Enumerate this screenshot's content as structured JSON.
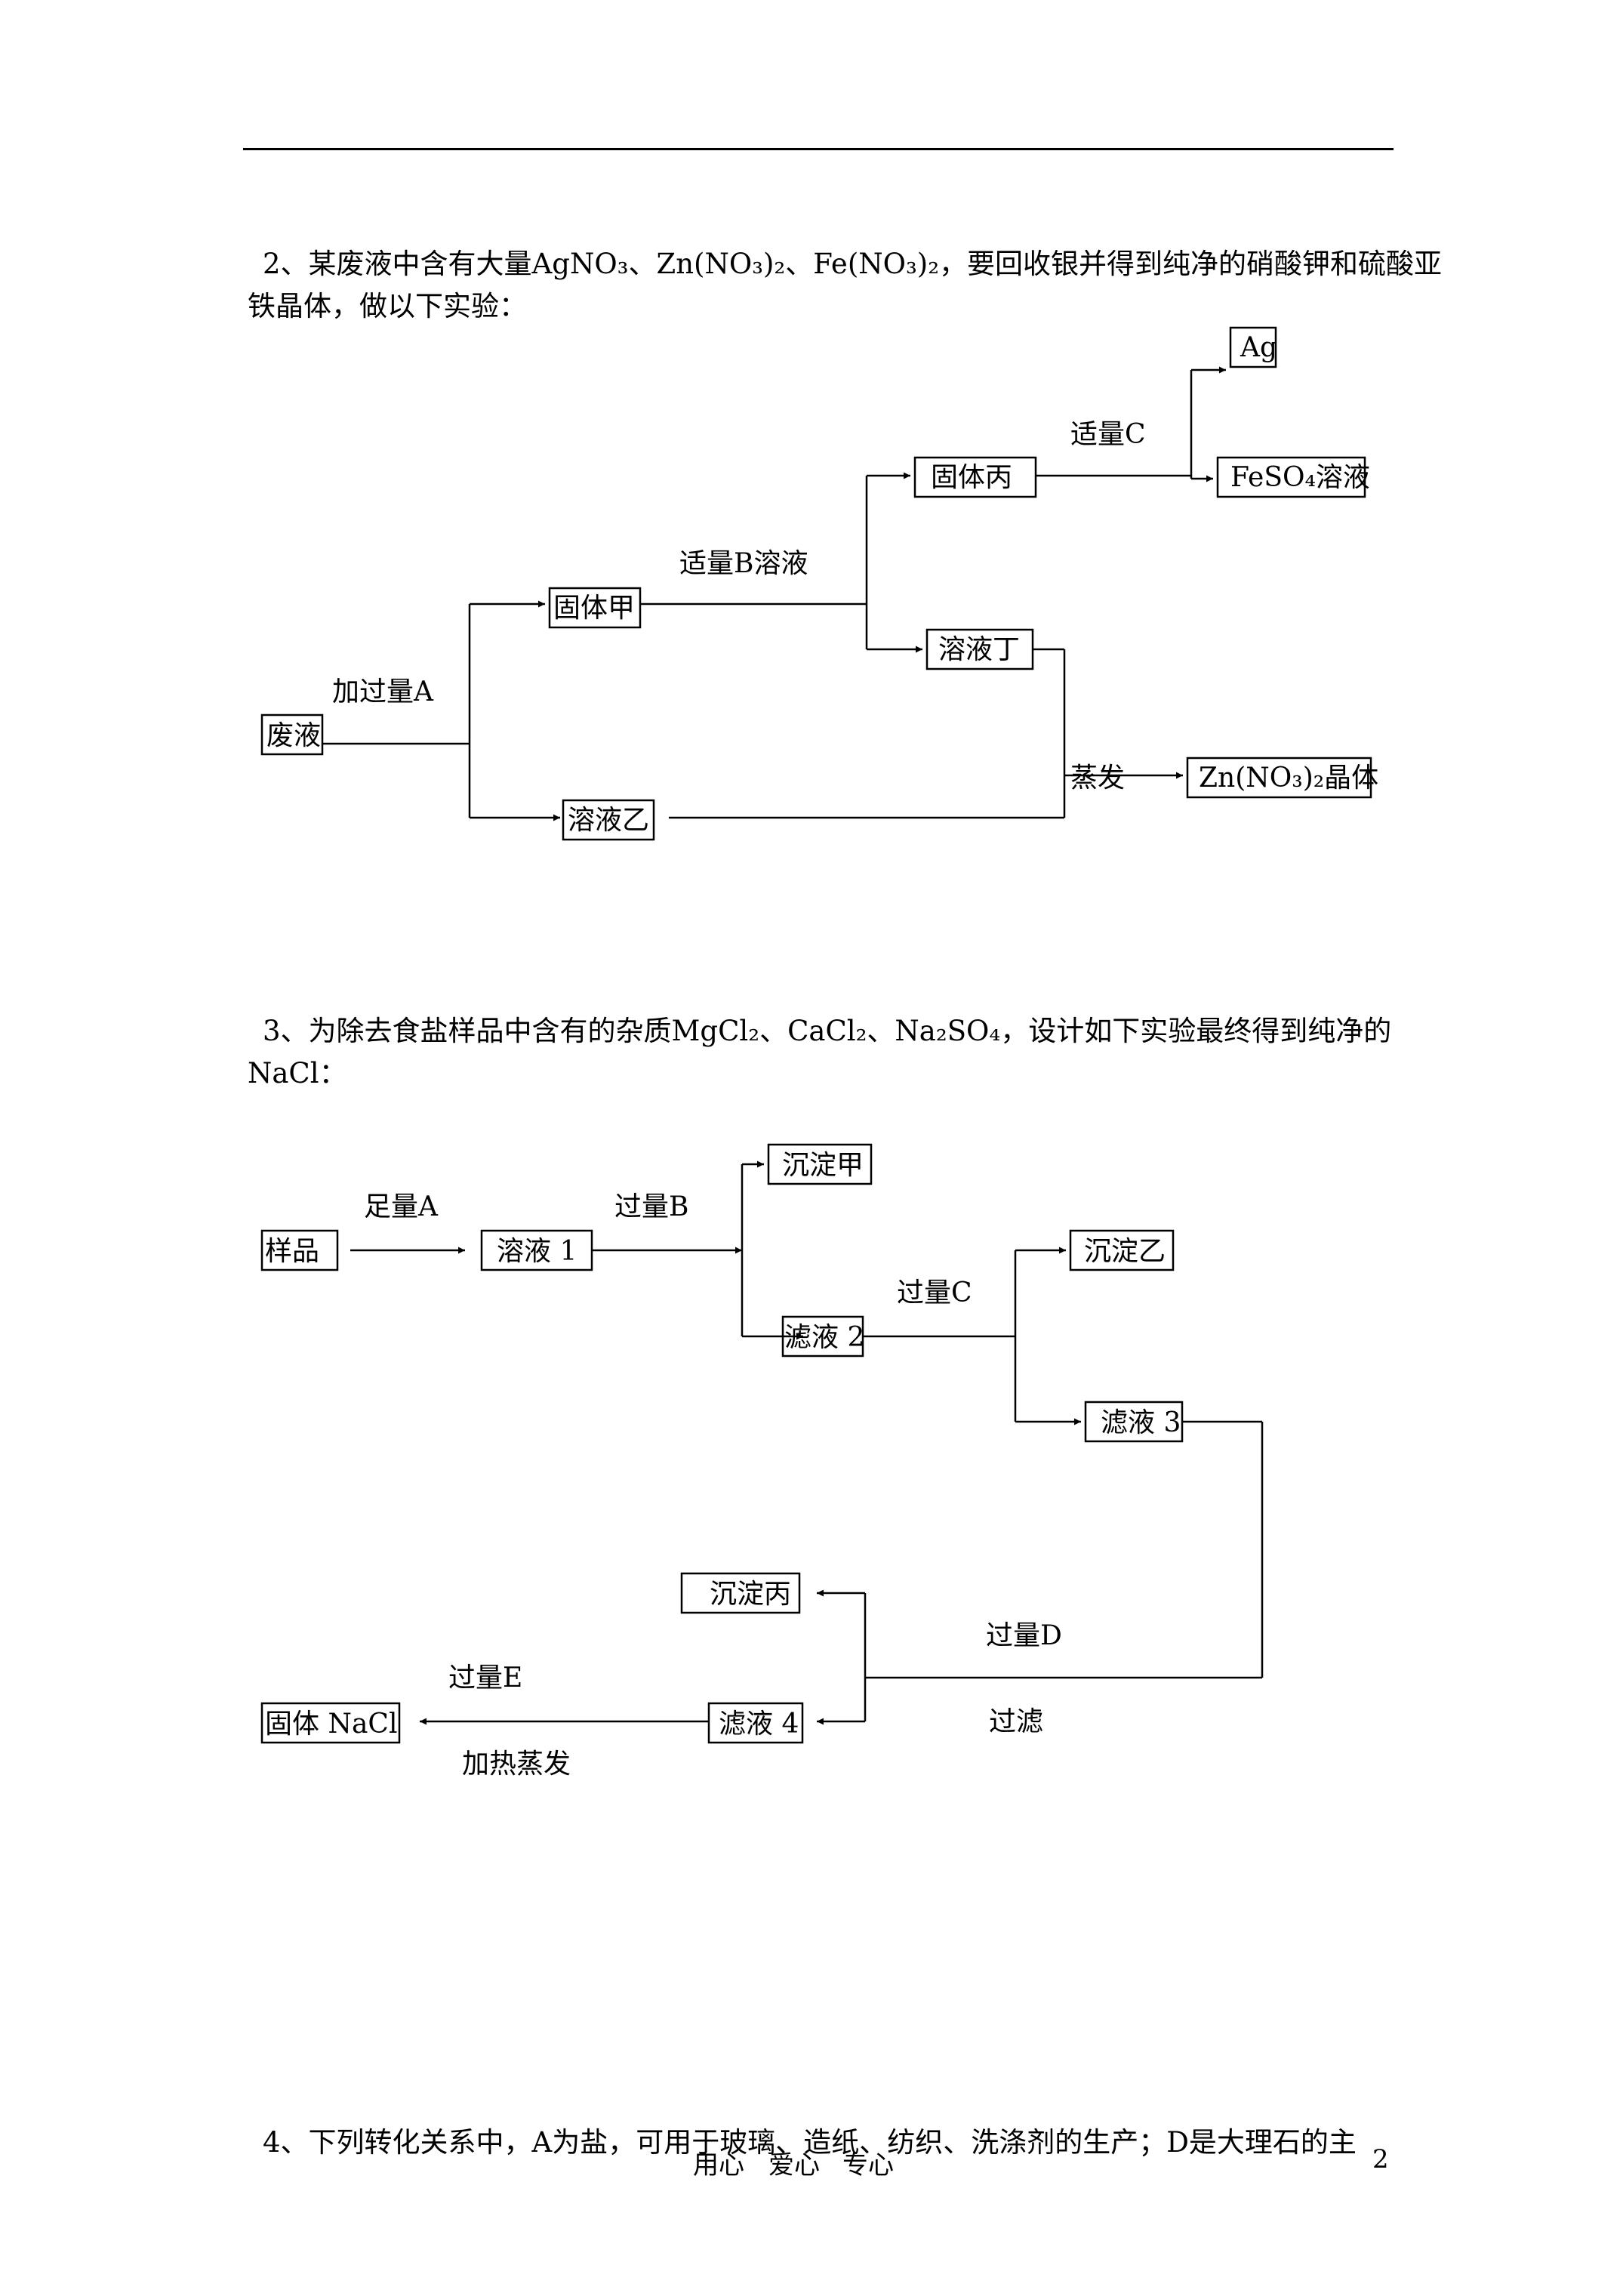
{
  "q2": {
    "line1": "2、某废液中含有大量AgNO₃、Zn(NO₃)₂、Fe(NO₃)₂，要回收银并得到纯净的硝酸钾和硫酸亚",
    "line2": "铁晶体，做以下实验：",
    "nodes": {
      "feiye": "废液",
      "guti_jia": "固体甲",
      "rongye_yi": "溶液乙",
      "guti_bing": "固体丙",
      "rongye_ding": "溶液丁",
      "ag": "Ag",
      "feso4": "FeSO₄溶液",
      "zn_crystal": "Zn(NO₃)₂晶体"
    },
    "labels": {
      "add_a": "加过量A",
      "b_solution": "适量B溶液",
      "c": "适量C",
      "evaporate": "蒸发"
    }
  },
  "q3": {
    "line1": "3、为除去食盐样品中含有的杂质MgCl₂、CaCl₂、Na₂SO₄，设计如下实验最终得到纯净的",
    "line2": "NaCl：",
    "nodes": {
      "sample": "样品",
      "solution1": "溶液 1",
      "ppt_jia": "沉淀甲",
      "filtrate2": "滤液 2",
      "ppt_yi": "沉淀乙",
      "filtrate3": "滤液 3",
      "ppt_bing": "沉淀丙",
      "filtrate4": "滤液 4",
      "solid_nacl": "固体 NaCl"
    },
    "labels": {
      "sufficient_a": "足量A",
      "excess_b": "过量B",
      "excess_c": "过量C",
      "excess_d": "过量D",
      "filter": "过滤",
      "excess_e": "过量E",
      "heat_evap": "加热蒸发"
    }
  },
  "q4": {
    "line1": "4、下列转化关系中，A为盐，可用于玻璃、造纸、纺织、洗涤剂的生产；D是大理石的主"
  },
  "footer": {
    "left": "用心",
    "middle": "爱心",
    "right": "专心",
    "page_number": "2"
  }
}
